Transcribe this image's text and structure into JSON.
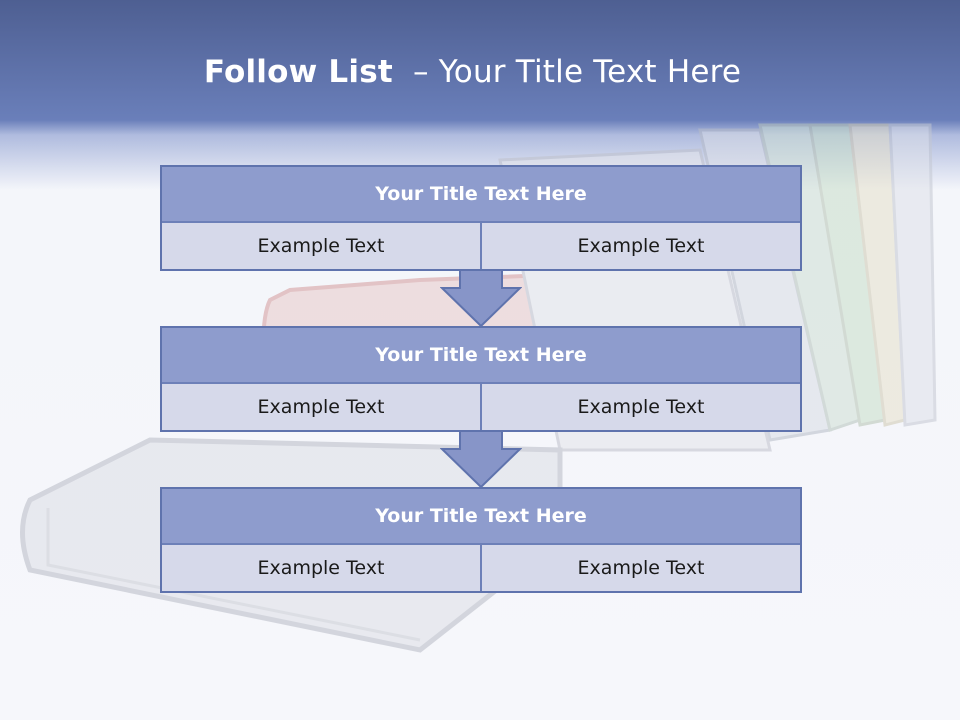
{
  "title": {
    "bold": "Follow List",
    "rest": "  – Your Title Text Here"
  },
  "blocks": [
    {
      "title": "Your Title Text Here",
      "left": "Example Text",
      "right": "Example Text"
    },
    {
      "title": "Your Title Text Here",
      "left": "Example Text",
      "right": "Example Text"
    },
    {
      "title": "Your Title Text Here",
      "left": "Example Text",
      "right": "Example Text"
    }
  ],
  "colors": {
    "header": "#5b6da6",
    "block_title_fill": "#8e9ccd",
    "block_cell_fill": "#d6d9ea",
    "border": "#5f73ad",
    "arrow_fill": "#8795c8"
  },
  "icons": {
    "connector": "down-arrow-icon",
    "background": "books-image"
  }
}
